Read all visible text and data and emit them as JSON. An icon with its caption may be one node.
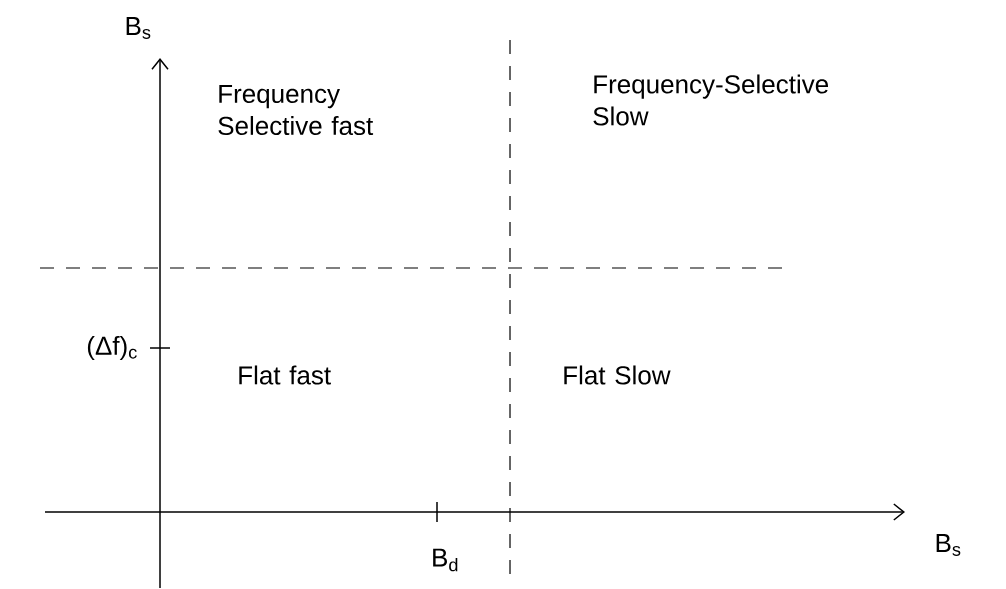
{
  "diagram": {
    "labels": [
      "B$_{s}$",
      "Frequency Selective fast",
      "Frequency-Selective Slow",
      "(Δf)$_{c}$",
      "Flat fast",
      "Flat Slow",
      "B$_{s}$",
      "B$_{d}$"
    ]
  }
}
